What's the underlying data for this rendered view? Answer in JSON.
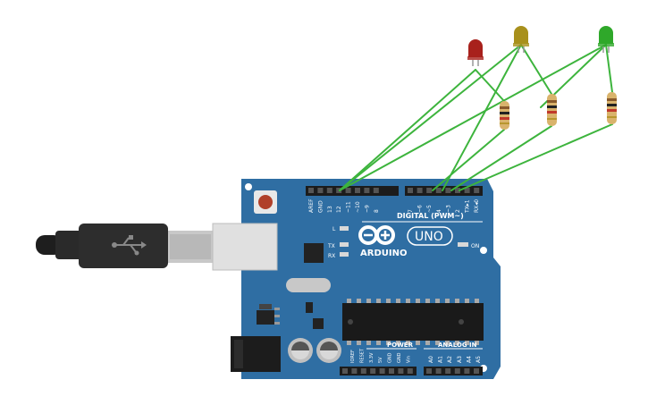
{
  "board": {
    "brand": "ARDUINO",
    "model": "UNO",
    "digital_label": "DIGITAL (PWM~)",
    "power_label": "POWER",
    "analog_label": "ANALOG IN",
    "on_label": "ON",
    "led_l_label": "L",
    "tx_label": "TX",
    "rx_label": "RX",
    "digital_pins": [
      "AREF",
      "GND",
      "13",
      "12",
      "~11",
      "~10",
      "~9",
      "8",
      "7",
      "~6",
      "~5",
      "4",
      "~3",
      "2",
      "TX▸1",
      "RX◂0"
    ],
    "power_pins": [
      "IOREF",
      "RESET",
      "3.3V",
      "5V",
      "GND",
      "GND",
      "Vin"
    ],
    "analog_pins": [
      "A0",
      "A1",
      "A2",
      "A3",
      "A4",
      "A5"
    ]
  },
  "components": {
    "leds": [
      {
        "name": "red-led",
        "color": "#a8211c"
      },
      {
        "name": "yellow-led",
        "color": "#a8901c"
      },
      {
        "name": "green-led",
        "color": "#2fa82a"
      }
    ],
    "wire_color": "#3db43d",
    "pcb_color": "#2f6ea3"
  }
}
